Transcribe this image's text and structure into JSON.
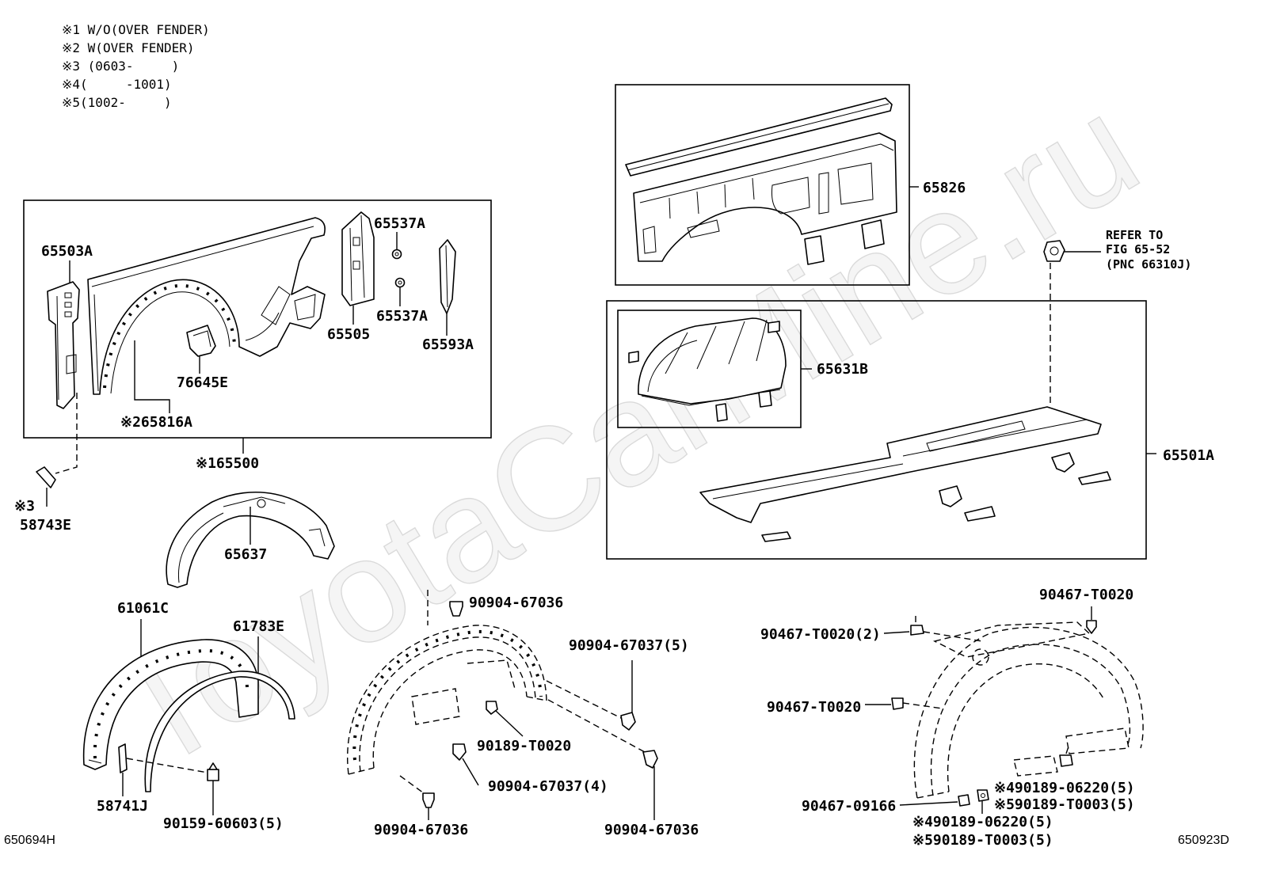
{
  "notes": [
    "※1 W/O(OVER FENDER)",
    "※2 W(OVER FENDER)",
    "※3 (0603-     )",
    "※4(     -1001)",
    "※5(1002-     )"
  ],
  "front_fender": {
    "p65503A": "65503A",
    "p65537A_upper": "65537A",
    "p65537A_lower": "65537A",
    "p65505": "65505",
    "p65593A": "65593A",
    "p76645E": "76645E",
    "p65816A": "※265816A",
    "p65500": "※165500",
    "p58743E_note": "※3",
    "p58743E": "58743E"
  },
  "liners": {
    "p65637": "65637",
    "p61061C": "61061C",
    "p61783E": "61783E",
    "p58741J": "58741J",
    "p90159": "90159-60603(5)",
    "p90904_67036_top": "90904-67036",
    "p90904_67037_5": "90904-67037(5)",
    "p90189": "90189-T0020",
    "p90904_67037_4": "90904-67037(4)",
    "p90904_67036_bottom_left": "90904-67036",
    "p90904_67036_bottom_right": "90904-67036"
  },
  "rear_body": {
    "p65826": "65826",
    "refer_line1": "REFER TO",
    "refer_line2": "FIG 65-52",
    "refer_line3": "(PNC 66310J)",
    "p65631B": "65631B",
    "p65501A": "65501A"
  },
  "rear_liner": {
    "p90467_top": "90467-T0020",
    "p90467_2": "90467-T0020(2)",
    "p90467_mid": "90467-T0020",
    "p90467_09166": "90467-09166",
    "p_note4_right": "※490189-06220(5)",
    "p_note5_right": "※590189-T0003(5)",
    "p_note4_left": "※490189-06220(5)",
    "p_note5_left": "※590189-T0003(5)"
  },
  "figure_codes": {
    "left": "650694H",
    "right": "650923D"
  },
  "watermark": "ToyotaCarMine.ru"
}
